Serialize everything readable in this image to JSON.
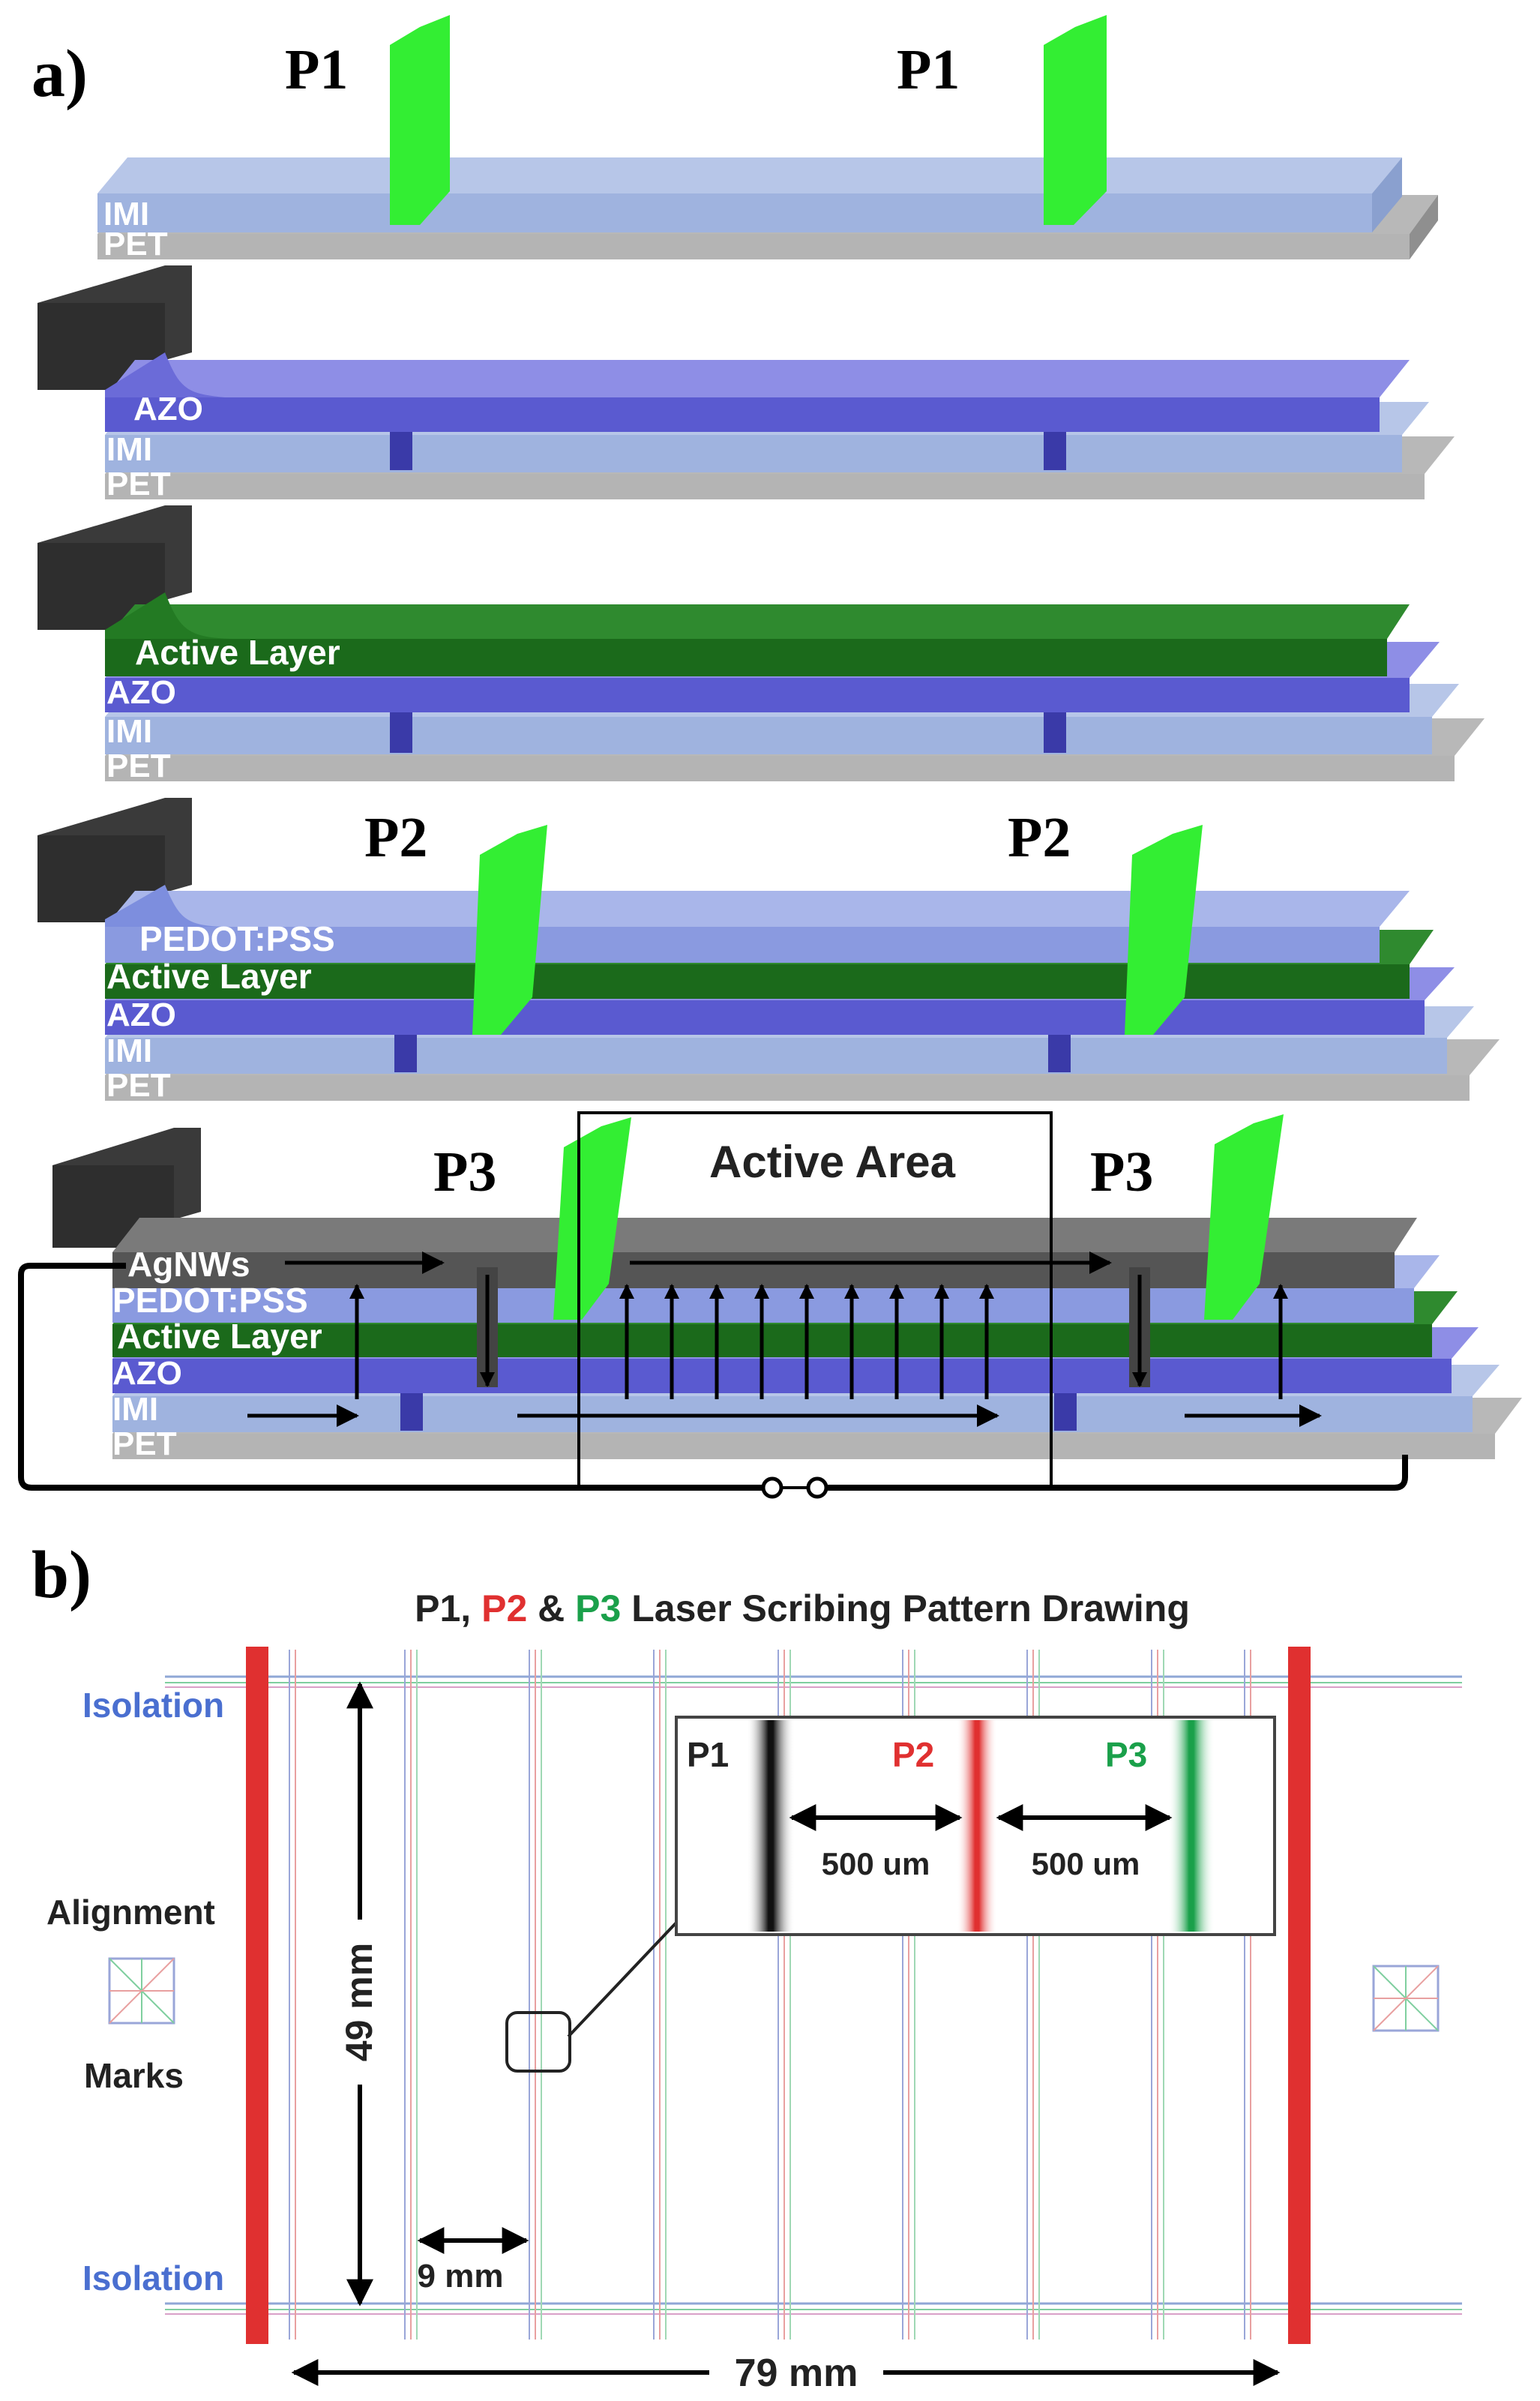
{
  "panel_a": {
    "label": "a)",
    "stage1": {
      "scribe_left": "P1",
      "scribe_right": "P1",
      "layers": [
        "IMI",
        "PET"
      ]
    },
    "stage2": {
      "layers": [
        "AZO",
        "IMI",
        "PET"
      ]
    },
    "stage3": {
      "layers": [
        "Active Layer",
        "AZO",
        "IMI",
        "PET"
      ]
    },
    "stage4": {
      "scribe_left": "P2",
      "scribe_right": "P2",
      "layers": [
        "PEDOT:PSS",
        "Active Layer",
        "AZO",
        "IMI",
        "PET"
      ]
    },
    "stage5": {
      "scribe_left": "P3",
      "scribe_right": "P3",
      "active_area": "Active Area",
      "layers": [
        "AgNWs",
        "PEDOT:PSS",
        "Active Layer",
        "AZO",
        "IMI",
        "PET"
      ]
    }
  },
  "panel_b": {
    "label": "b)",
    "title": {
      "p1": "P1",
      "sep1": ", ",
      "p2": "P2",
      "sep2": " & ",
      "p3": "P3",
      "rest": " Laser Scribing Pattern Drawing"
    },
    "isolation_top": "Isolation",
    "isolation_bottom": "Isolation",
    "alignment_line1": "Alignment",
    "alignment_line2": "Marks",
    "height_dim": "49 mm",
    "pitch_dim": "9 mm",
    "width_dim": "79 mm",
    "inset": {
      "p1": "P1",
      "p2": "P2",
      "p3": "P3",
      "gap1": "500 um",
      "gap2": "500 um"
    }
  },
  "colors": {
    "p1_scribe": "#111111",
    "p2_scribe": "#e03030",
    "p3_scribe": "#1aa04a",
    "laser_green": "#33ee33",
    "isolation_text": "#4a6fd0",
    "pet": "#b4b4b4",
    "imi": "#9fb3df",
    "azo": "#5a5ad0",
    "active_layer": "#1b6a1b",
    "pedot": "#8a9ae0",
    "agnws": "#555555"
  }
}
